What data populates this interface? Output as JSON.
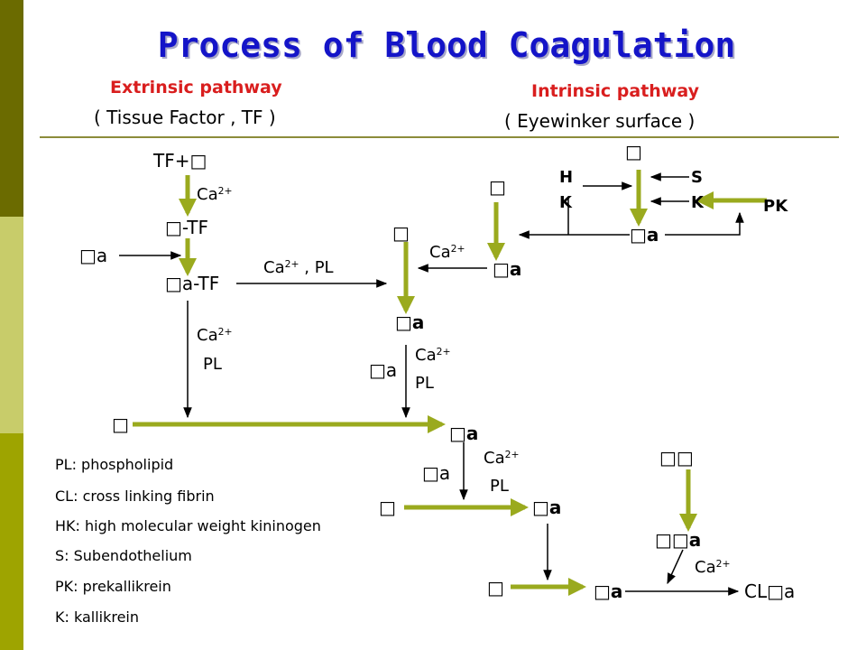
{
  "title": "Process of Blood Coagulation",
  "extrinsic": {
    "heading": "Extrinsic  pathway",
    "sub": "( Tissue Factor , TF )"
  },
  "intrinsic": {
    "heading": "Intrinsic  pathway",
    "sub": "(  Eyewinker surface  )"
  },
  "colors": {
    "title": "#1414c8",
    "heading": "#d91e1e",
    "divider": "#8c8c3a",
    "green_arrow": "#9aaa1e",
    "side_dark": "#6b6b00",
    "side_mid": "#9ea400",
    "side_light": "#c8cc6a"
  },
  "nodes": {
    "tf_vii": "TF+□",
    "vii_tf": "□-TF",
    "viia_left": "□a",
    "viia_tf": "□a-TF",
    "xii": "□",
    "hk_h": "H",
    "hk_k": "K",
    "s": "S",
    "k": "K",
    "pk": "PK",
    "xiia": "□a",
    "xi": "□",
    "xia": "□a",
    "ix": "□",
    "ixa": "□a",
    "viiia": "□a",
    "x": "□",
    "xa": "□a",
    "va": "□a",
    "ii": "□",
    "iia": "□a",
    "xiii": "□□",
    "xiiia": "□□a",
    "i": "□",
    "ia": "□a",
    "clia": "CL□a"
  },
  "labels": {
    "ca": "Ca",
    "ca_charge": "2+",
    "ca_pl_sep": " , PL",
    "pl": "PL"
  },
  "legend": [
    "PL: phospholipid",
    "CL: cross linking fibrin",
    "HK: high molecular weight kininogen",
    "S:   Subendothelium",
    "PK: prekallikrein",
    "K:  kallikrein"
  ]
}
